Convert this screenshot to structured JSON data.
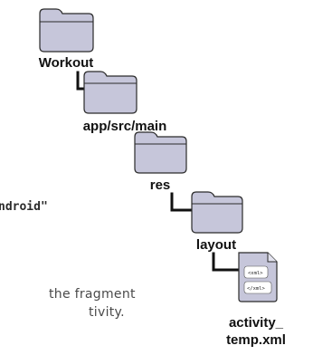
{
  "code_fragment": "ndroid\"",
  "note_lines": [
    "the fragment",
    "tivity."
  ],
  "tree": {
    "nodes": [
      {
        "label": "Workout"
      },
      {
        "label": "app/src/main"
      },
      {
        "label": "res"
      },
      {
        "label": "layout"
      },
      {
        "label_lines": [
          "activity_",
          "temp.xml"
        ],
        "doc_icon_text": [
          "<xml>",
          "</xml>"
        ]
      }
    ]
  },
  "colors": {
    "folder_fill": "#c6c6da",
    "folder_tab": "#b9b9d2",
    "folder_stroke": "#2a2a2a",
    "connector": "#111111"
  }
}
